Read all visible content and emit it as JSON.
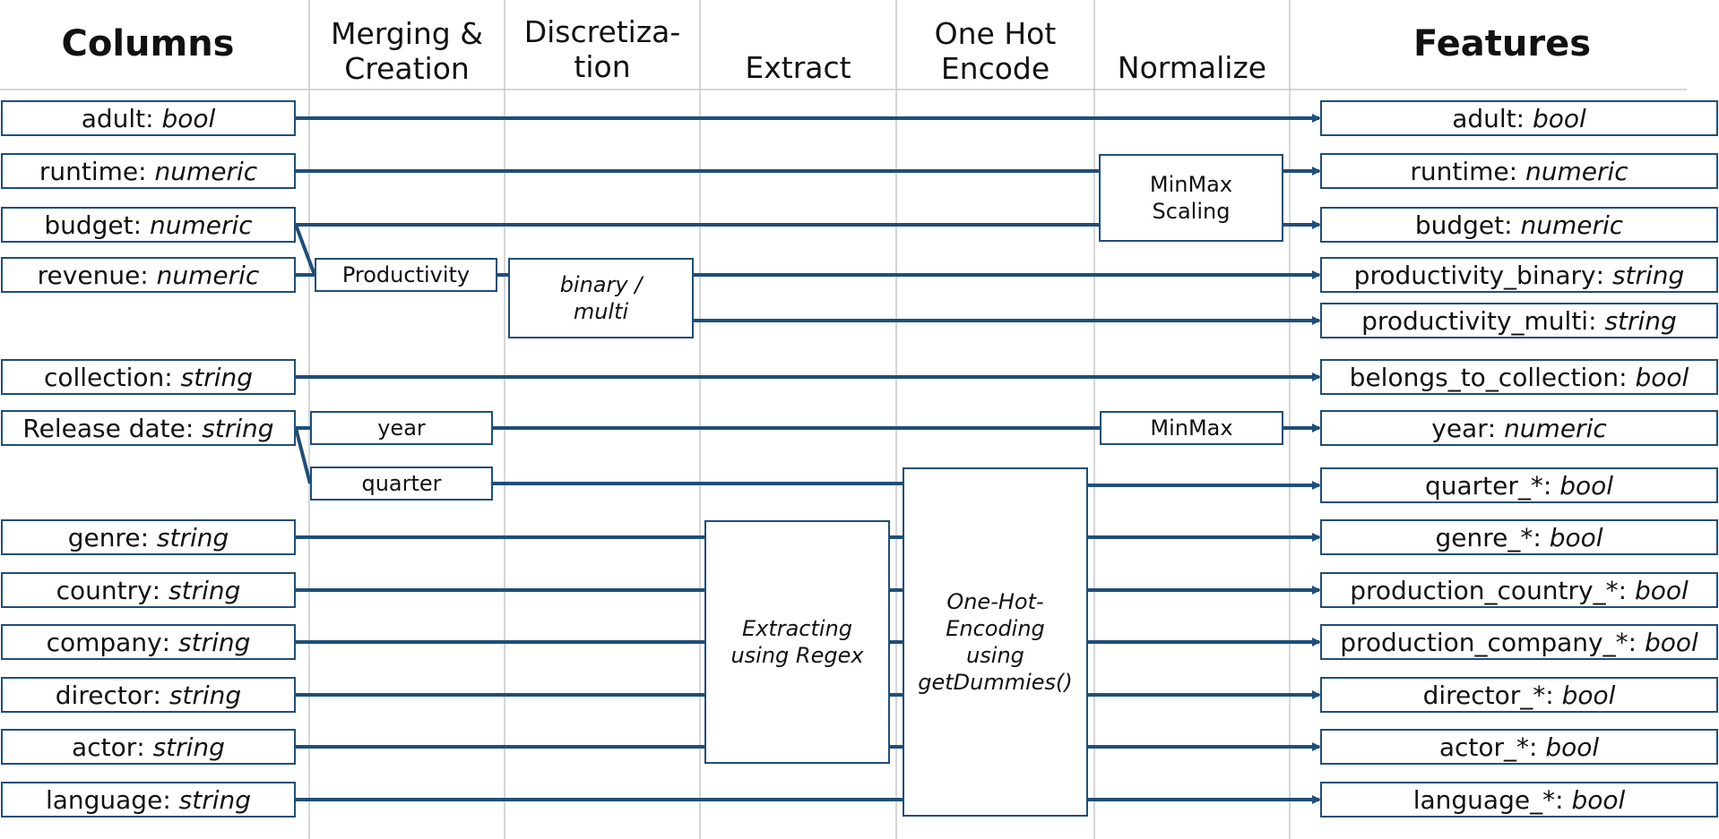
{
  "headers": {
    "columns": "Columns",
    "merging": "Merging &\nCreation",
    "discretization": "Discretiza-\ntion",
    "extract": "Extract",
    "onehot": "One Hot\nEncode",
    "normalize": "Normalize",
    "features": "Features"
  },
  "inputs": [
    {
      "name": "adult",
      "type": "bool"
    },
    {
      "name": "runtime",
      "type": "numeric"
    },
    {
      "name": "budget",
      "type": "numeric"
    },
    {
      "name": "revenue",
      "type": "numeric"
    },
    {
      "name": "collection",
      "type": "string"
    },
    {
      "name": "Release date",
      "type": "string"
    },
    {
      "name": "genre",
      "type": "string"
    },
    {
      "name": "country",
      "type": "string"
    },
    {
      "name": "company",
      "type": "string"
    },
    {
      "name": "director",
      "type": "string"
    },
    {
      "name": "actor",
      "type": "string"
    },
    {
      "name": "language",
      "type": "string"
    }
  ],
  "outputs": [
    {
      "name": "adult",
      "type": "bool"
    },
    {
      "name": "runtime",
      "type": "numeric"
    },
    {
      "name": "budget",
      "type": "numeric"
    },
    {
      "name": "productivity_binary",
      "type": "string"
    },
    {
      "name": "productivity_multi",
      "type": "string"
    },
    {
      "name": "belongs_to_collection",
      "type": "bool"
    },
    {
      "name": "year",
      "type": "numeric"
    },
    {
      "name": "quarter_*",
      "type": "bool"
    },
    {
      "name": "genre_*",
      "type": "bool"
    },
    {
      "name": "production_country_*",
      "type": "bool"
    },
    {
      "name": "production_company_*",
      "type": "bool"
    },
    {
      "name": "director_*",
      "type": "bool"
    },
    {
      "name": "actor_*",
      "type": "bool"
    },
    {
      "name": "language_*",
      "type": "bool"
    }
  ],
  "processes": {
    "productivity": "Productivity",
    "binary_multi": "binary /\nmulti",
    "year": "year",
    "quarter": "quarter",
    "regex": "Extracting\nusing Regex",
    "onehot": "One-Hot-\nEncoding\nusing\ngetDummies()",
    "minmax_scaling": "MinMax\nScaling",
    "minmax": "MinMax"
  },
  "separator": ": ",
  "colors": {
    "line": "#1f4e79",
    "grid": "#c8c8c8"
  }
}
